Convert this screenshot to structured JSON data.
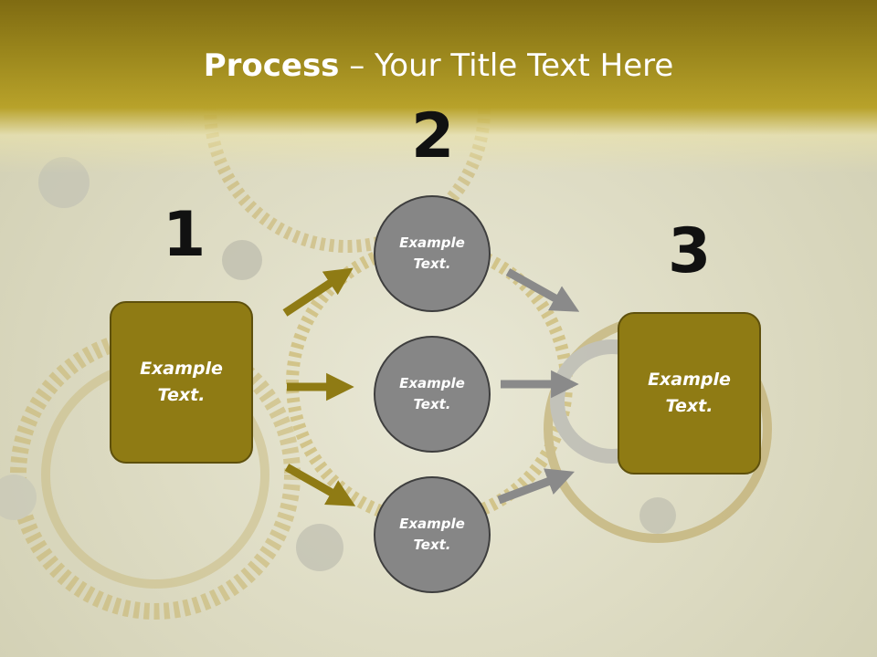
{
  "title": {
    "bold": "Process",
    "rest": " – Your Title Text Here"
  },
  "steps": [
    "1",
    "2",
    "3"
  ],
  "left_box": {
    "text": "Example Text."
  },
  "circles": [
    {
      "text": "Example Text."
    },
    {
      "text": "Example Text."
    },
    {
      "text": "Example Text."
    }
  ],
  "right_box": {
    "text": "Example Text."
  },
  "colors": {
    "title_band": "#9a861c",
    "box_fill": "#8f7b14",
    "circle_fill": "#868686",
    "arrow_gold": "#8f7b14",
    "arrow_gray": "#8a8a8a"
  }
}
